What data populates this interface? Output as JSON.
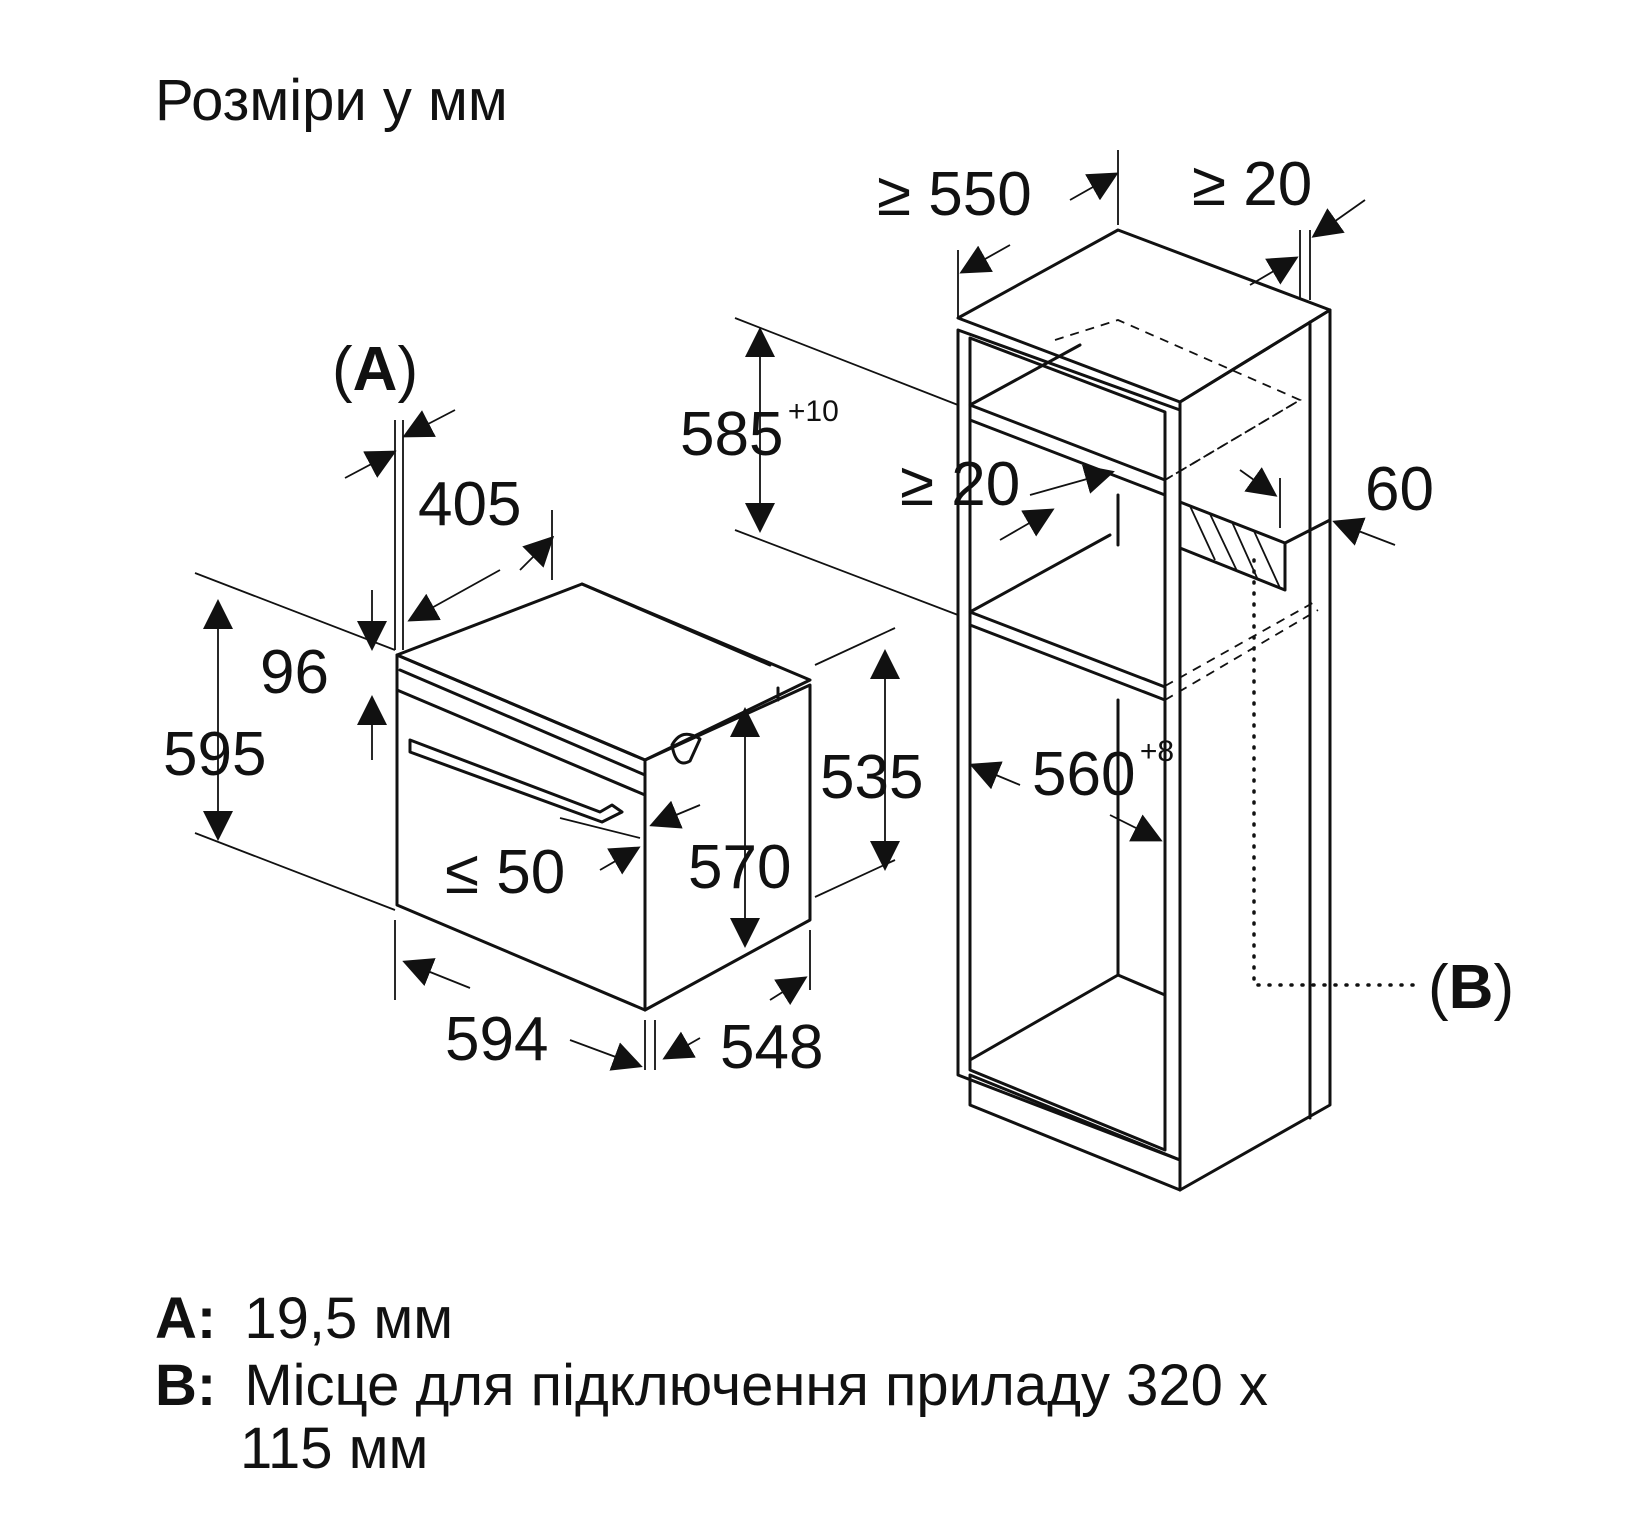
{
  "title": "Розміри у мм",
  "dimensions": {
    "d405": "405",
    "d96": "96",
    "d595": "595",
    "d535": "535",
    "d570": "570",
    "d594": "594",
    "d548": "548",
    "d_le50": "≤ 50",
    "d_ge550": "≥ 550",
    "d_ge20_top": "≥ 20",
    "d585": "585",
    "d585_tol": "+10",
    "d_ge20_mid": "≥ 20",
    "d60": "60",
    "d560": "560",
    "d560_tol": "+8"
  },
  "callouts": {
    "a_open": "(",
    "a_letter": "A",
    "a_close": ")",
    "b_open": "(",
    "b_letter": "B",
    "b_close": ")"
  },
  "legend": [
    {
      "key": "A:",
      "lines": [
        "19,5 мм"
      ]
    },
    {
      "key": "B:",
      "lines": [
        "Місце для підключення приладу 320 x",
        "115 мм"
      ]
    }
  ]
}
